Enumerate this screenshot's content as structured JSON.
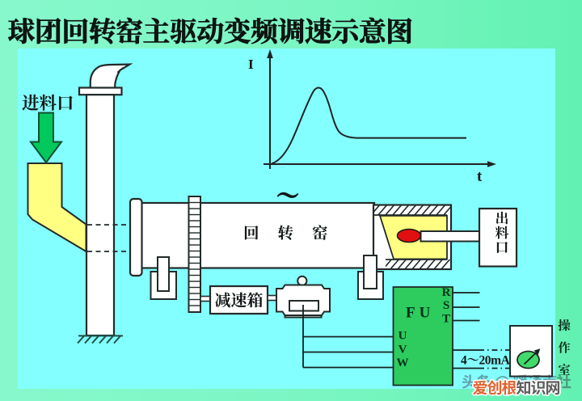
{
  "title": "球团回转窑主驱动变频调速示意图",
  "labels": {
    "feed_inlet": "进料口",
    "rotary_kiln": "回转窑",
    "gearbox": "减速箱",
    "discharge_outlet": "出料口",
    "operation_room": "操作室",
    "inverter": "FU",
    "signal_current": "4～20mA",
    "ac_symbol": "～"
  },
  "graph": {
    "y_axis_label": "I",
    "x_axis_label": "t"
  },
  "terminals": {
    "input": [
      "R",
      "S",
      "T"
    ],
    "output": [
      "U",
      "V",
      "W"
    ]
  },
  "watermark": {
    "brand_highlight": "爱创根",
    "brand_rest": "知识网",
    "background_text": "头条 @ 暖通南社"
  },
  "colors": {
    "outer_background": "#7af6c2",
    "canvas_background": "#84ffff",
    "inverter_green": "#2ecc5e",
    "knob_green": "#43da6c",
    "chute_yellow": "#ffff82",
    "arrow_green": "#00c85c",
    "flame_red": "#e01010",
    "watermark_orange": "#e2622f",
    "watermark_gray": "#5d5d5d"
  }
}
